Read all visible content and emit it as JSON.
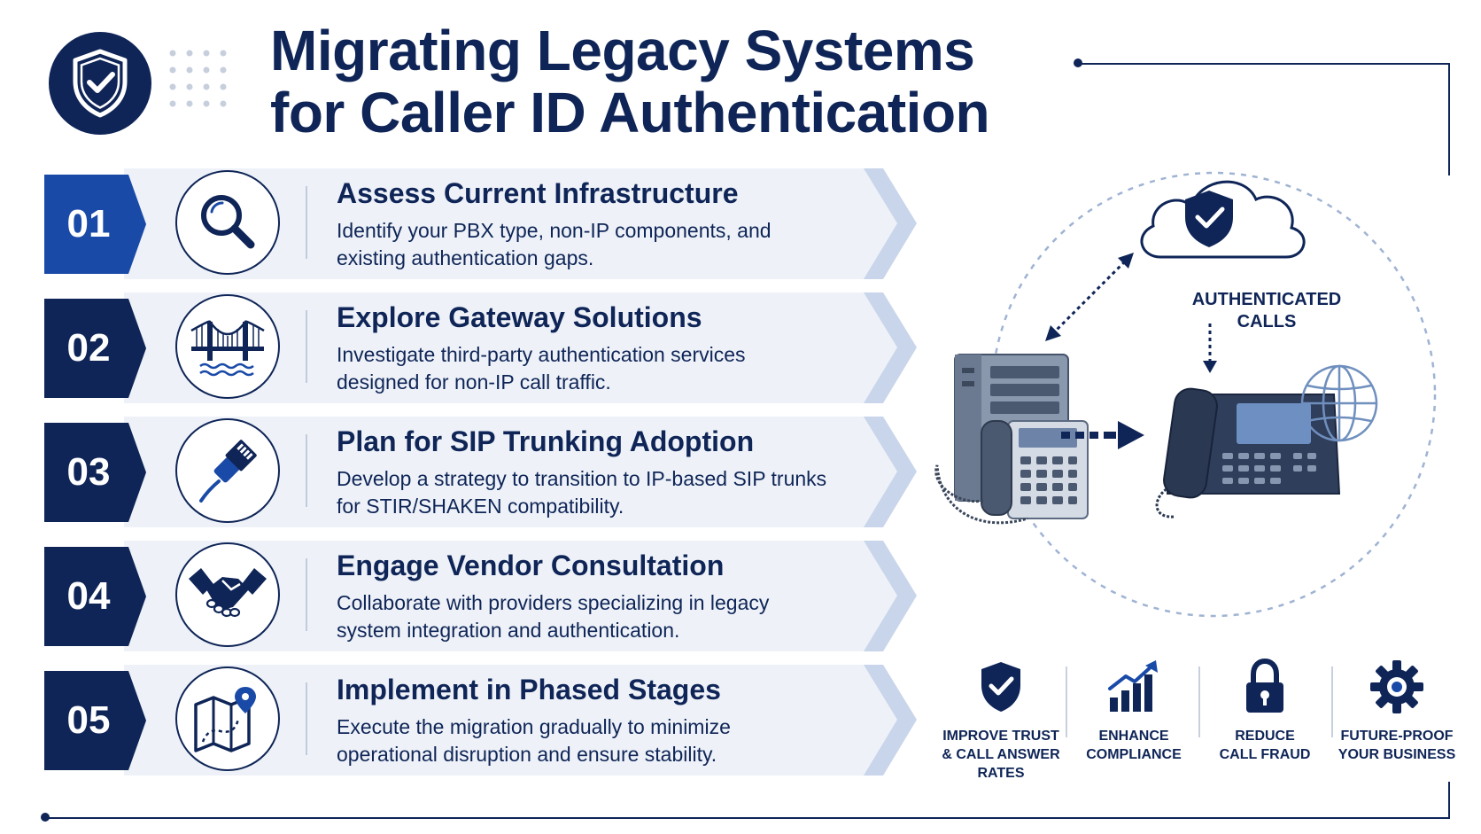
{
  "title": {
    "line1": "Migrating Legacy Systems",
    "line2": "for Caller ID Authentication"
  },
  "colors": {
    "navy": "#0f2557",
    "blue": "#1a4aa8",
    "light_blue": "#c9d5ea",
    "banner": "#eef2f8"
  },
  "steps": [
    {
      "number": "01",
      "heading": "Assess Current Infrastructure",
      "description": "Identify your PBX type, non-IP components, and existing authentication gaps.",
      "icon": "magnifier-icon"
    },
    {
      "number": "02",
      "heading": "Explore Gateway Solutions",
      "description": "Investigate third-party authentication services designed for non-IP call traffic.",
      "icon": "bridge-icon"
    },
    {
      "number": "03",
      "heading": "Plan for SIP Trunking Adoption",
      "description": "Develop a strategy to transition to IP-based SIP trunks for STIR/SHAKEN compatibility.",
      "icon": "network-cable-icon"
    },
    {
      "number": "04",
      "heading": "Engage Vendor Consultation",
      "description": "Collaborate with providers specializing in legacy system integration and authentication.",
      "icon": "handshake-icon"
    },
    {
      "number": "05",
      "heading": "Implement in Phased Stages",
      "description": "Execute the migration gradually to minimize operational disruption and ensure stability.",
      "icon": "map-pin-icon"
    }
  ],
  "diagram": {
    "cloud_label_line1": "AUTHENTICATED",
    "cloud_label_line2": "CALLS"
  },
  "benefits": [
    {
      "line1": "IMPROVE TRUST",
      "line2": "& CALL ANSWER",
      "line3": "RATES",
      "icon": "shield-check-icon"
    },
    {
      "line1": "ENHANCE",
      "line2": "COMPLIANCE",
      "line3": "",
      "icon": "bar-chart-icon"
    },
    {
      "line1": "REDUCE",
      "line2": "CALL FRAUD",
      "line3": "",
      "icon": "padlock-icon"
    },
    {
      "line1": "FUTURE-PROOF",
      "line2": "YOUR BUSINESS",
      "line3": "",
      "icon": "gear-icon"
    }
  ]
}
